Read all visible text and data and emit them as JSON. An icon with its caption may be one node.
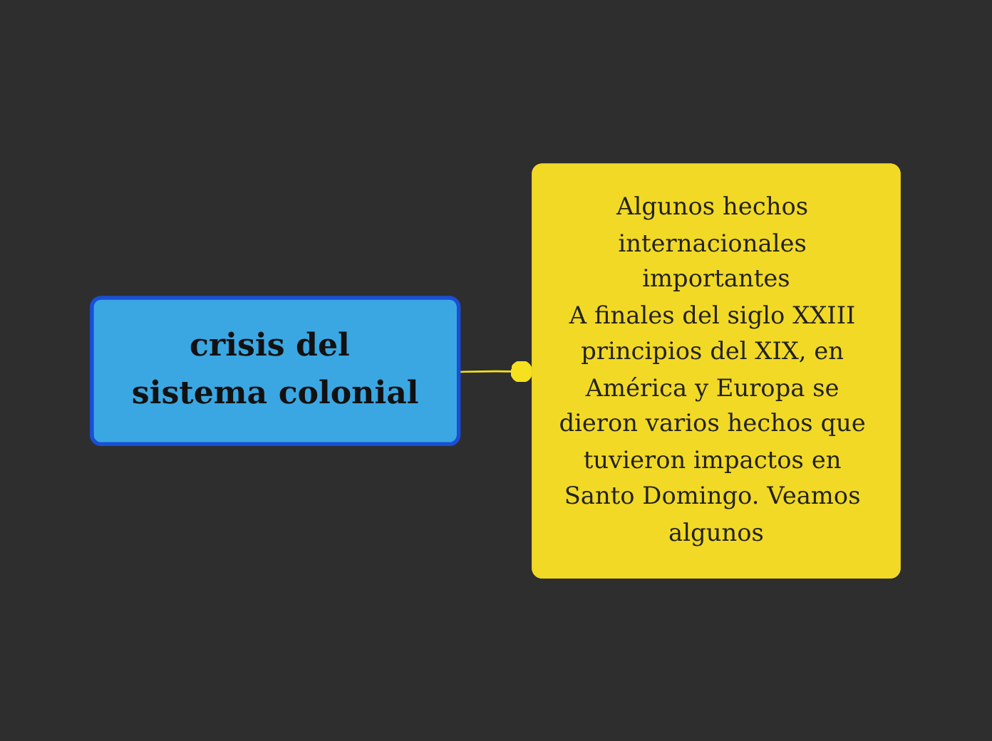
{
  "diagram": {
    "nodes": [
      {
        "text": [
          "crisis del sistema colonial"
        ]
      },
      {
        "text": [
          "Algunos hechos internacionales importantes",
          "A finales del siglo XXIII principios del XIX, en América y Europa se dieron varios hechos que tuvieron impactos en Santo Domingo. Veamos algunos"
        ]
      }
    ],
    "edges": [
      {
        "from": 0,
        "to": 1,
        "arrow": "other"
      }
    ]
  }
}
